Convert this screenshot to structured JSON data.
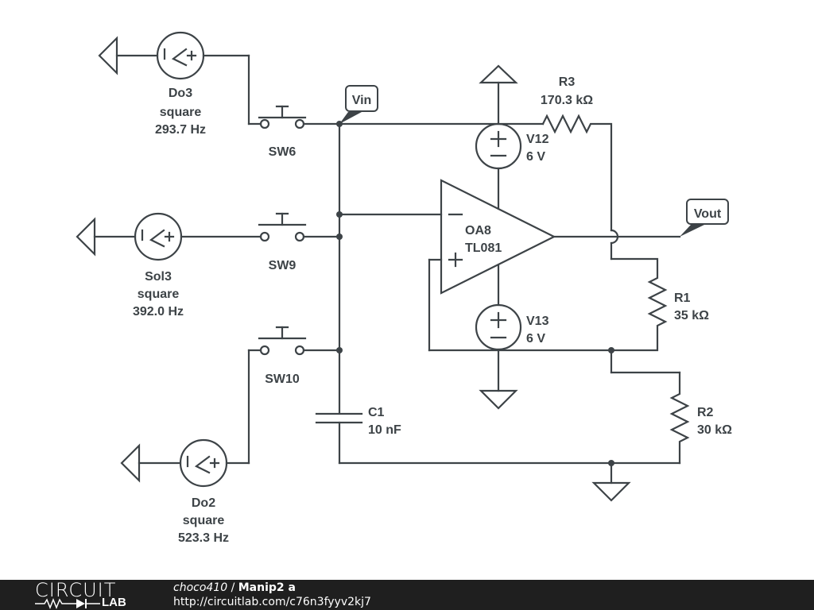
{
  "schematic": {
    "sources": [
      {
        "name": "Do3",
        "wave": "square",
        "freq": "293.7 Hz"
      },
      {
        "name": "Sol3",
        "wave": "square",
        "freq": "392.0 Hz"
      },
      {
        "name": "Do2",
        "wave": "square",
        "freq": "523.3 Hz"
      }
    ],
    "switches": [
      "SW6",
      "SW9",
      "SW10"
    ],
    "net_labels": {
      "vin": "Vin",
      "vout": "Vout"
    },
    "opamp": {
      "name": "OA8",
      "model": "TL081"
    },
    "supplies": [
      {
        "name": "V12",
        "value": "6 V"
      },
      {
        "name": "V13",
        "value": "6 V"
      }
    ],
    "resistors": [
      {
        "name": "R3",
        "value": "170.3 kΩ"
      },
      {
        "name": "R1",
        "value": "35 kΩ"
      },
      {
        "name": "R2",
        "value": "30 kΩ"
      }
    ],
    "capacitor": {
      "name": "C1",
      "value": "10 nF"
    },
    "symbols": {
      "plus": "+",
      "minus": "−"
    }
  },
  "footer": {
    "logo_top": "CIRCUIT",
    "logo_bottom": "LAB",
    "user": "choco410",
    "separator": " / ",
    "title": "Manip2 a",
    "url": "http://circuitlab.com/c76n3fyyv2kj7"
  }
}
